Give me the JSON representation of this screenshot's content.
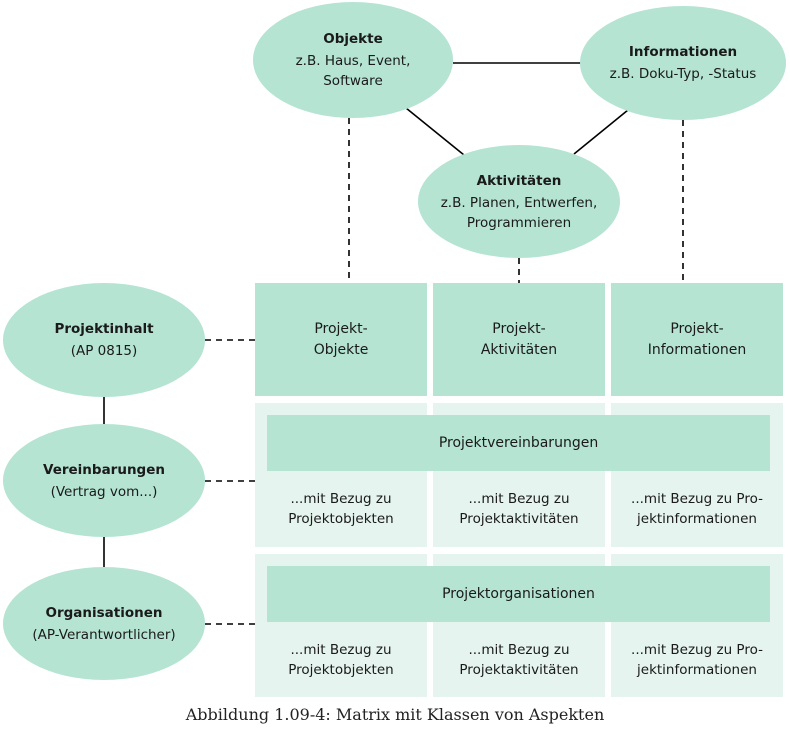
{
  "aspects": {
    "objekte": {
      "title": "Objekte",
      "line1": "z.B. Haus, Event,",
      "line2": "Software"
    },
    "informationen": {
      "title": "Informationen",
      "line1": "z.B. Doku-Typ, -Status"
    },
    "aktivitaeten": {
      "title": "Aktivitäten",
      "line1": "z.B. Planen, Entwerfen,",
      "line2": "Programmieren"
    }
  },
  "classes": {
    "projektinhalt": {
      "title": "Projektinhalt",
      "sub": "(AP 0815)"
    },
    "vereinbarungen": {
      "title": "Vereinbarungen",
      "sub": "(Vertrag vom...)"
    },
    "organisationen": {
      "title": "Organisationen",
      "sub": "(AP-Verantwortlicher)"
    }
  },
  "matrix": {
    "row1": [
      {
        "line1": "Projekt-",
        "line2": "Objekte"
      },
      {
        "line1": "Projekt-",
        "line2": "Aktivitäten"
      },
      {
        "line1": "Projekt-",
        "line2": "Informationen"
      }
    ],
    "row2": {
      "bar": "Projektvereinbarungen",
      "cells": [
        {
          "line1": "...mit Bezug zu",
          "line2": "Projektobjekten"
        },
        {
          "line1": "...mit Bezug zu",
          "line2": "Projektaktivitäten"
        },
        {
          "line1": "...mit Bezug zu Pro-",
          "line2": "jektinformationen"
        }
      ]
    },
    "row3": {
      "bar": "Projektorganisationen",
      "cells": [
        {
          "line1": "...mit Bezug zu",
          "line2": "Projektobjekten"
        },
        {
          "line1": "...mit Bezug zu",
          "line2": "Projektaktivitäten"
        },
        {
          "line1": "...mit Bezug zu Pro-",
          "line2": "jektinformationen"
        }
      ]
    }
  },
  "caption": "Abbildung 1.09-4: Matrix mit Klassen von Aspekten",
  "colors": {
    "mint": "#b5e4d3",
    "mint_light": "#e5f4ee",
    "line": "#000000"
  }
}
